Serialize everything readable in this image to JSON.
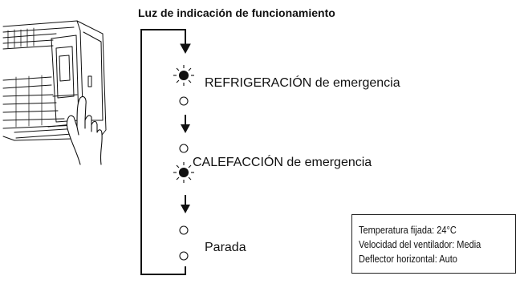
{
  "diagram": {
    "title": "Luz de indicación de funcionamiento",
    "modes": [
      "REFRIGERACIÓN de emergencia",
      "CALEFACCIÓN de emergencia",
      "Parada"
    ],
    "settings": [
      "Temperatura fijada: 24°C",
      "Velocidad del ventilador: Media",
      "Deflector horizontal: Auto"
    ]
  },
  "icons": {
    "lamp_lit": "lamp-lit-icon",
    "lamp_off": "lamp-off-icon",
    "arrow_down": "arrow-down-icon",
    "hand": "hand-icon"
  },
  "colors": {
    "line": "#111111",
    "background": "#ffffff"
  }
}
